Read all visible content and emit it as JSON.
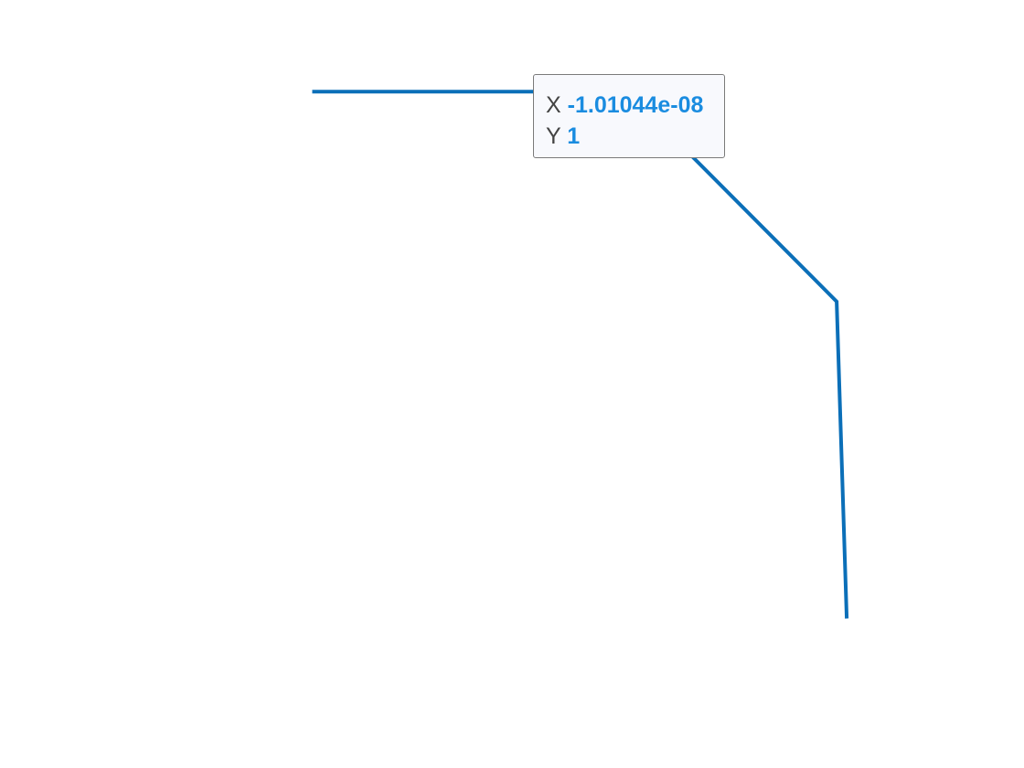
{
  "colors": {
    "series": "#0b6fb8",
    "hover_marker": "#222222",
    "tooltip_value": "#1a8ce0",
    "tooltip_key": "#444444",
    "tooltip_bg": "#f8f9fd"
  },
  "chart_data": {
    "type": "line",
    "series": [
      {
        "x": [
          -1,
          -1.01044e-08,
          0.663,
          0.695
        ],
        "y": [
          1,
          1,
          0.336,
          -0.667
        ]
      }
    ],
    "hovered_point": {
      "x": -1.01044e-08,
      "y": 1
    },
    "xlim": [
      -1.99,
      1.257
    ],
    "ylim": [
      -1.14,
      1.29
    ],
    "grid": false,
    "legend": "none"
  },
  "tooltip": {
    "x_key": "X",
    "x_value": "-1.01044e-08",
    "y_key": "Y",
    "y_value": "1"
  }
}
